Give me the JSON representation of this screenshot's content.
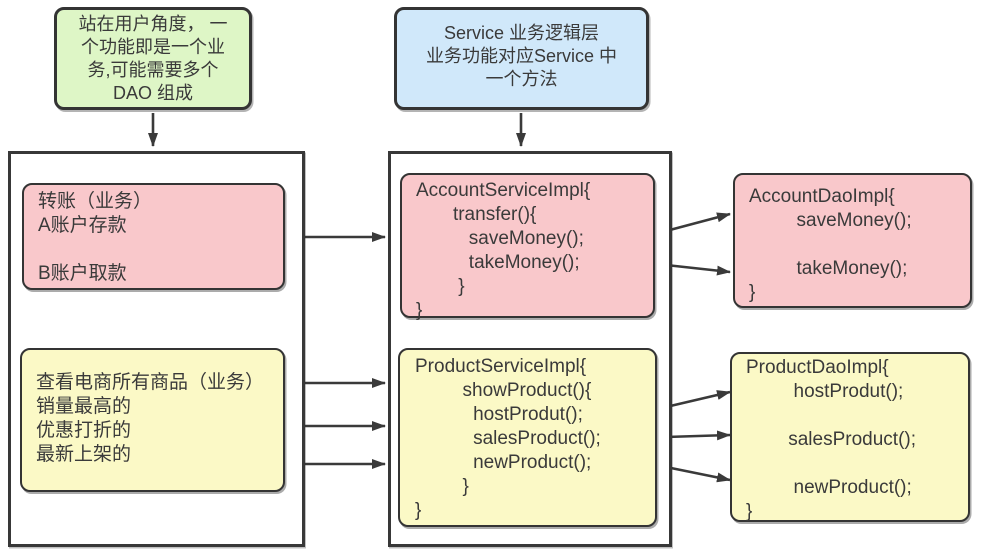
{
  "colors": {
    "note_green_fill": "#def6c6",
    "note_blue_fill": "#d0e8fa",
    "business_box_pink": "#f9c8cb",
    "business_box_yellow": "#fbf9c6",
    "stroke_and_text": "#3a3a3a",
    "background": "#ffffff"
  },
  "notes": {
    "user_perspective": {
      "lines": [
        "站在用户角度， 一",
        "个功能即是一个业",
        "务,可能需要多个",
        "DAO 组成"
      ]
    },
    "service_layer": {
      "lines": [
        "Service 业务逻辑层",
        "业务功能对应Service 中",
        "一个方法"
      ]
    }
  },
  "business_panel": {
    "transfer": {
      "lines": [
        "转账（业务）",
        "A账户存款",
        "",
        "B账户取款"
      ]
    },
    "products": {
      "lines": [
        "查看电商所有商品（业务）",
        "销量最高的",
        "优惠打折的",
        "最新上架的"
      ]
    }
  },
  "service_panel": {
    "account_service": {
      "lines": [
        "AccountServiceImpl{",
        "       transfer(){",
        "          saveMoney();",
        "          takeMoney();",
        "        }",
        "}"
      ]
    },
    "product_service": {
      "lines": [
        "ProductServiceImpl{",
        "         showProduct(){",
        "           hostProdut();",
        "           salesProduct();",
        "           newProduct();",
        "         }",
        "}"
      ]
    }
  },
  "dao_boxes": {
    "account_dao": {
      "lines": [
        "AccountDaoImpl{",
        "         saveMoney();",
        "",
        "         takeMoney();",
        "}"
      ]
    },
    "product_dao": {
      "lines": [
        "ProductDaoImpl{",
        "         hostProdut();",
        "",
        "        salesProduct();",
        "",
        "         newProduct();",
        "}"
      ]
    }
  }
}
